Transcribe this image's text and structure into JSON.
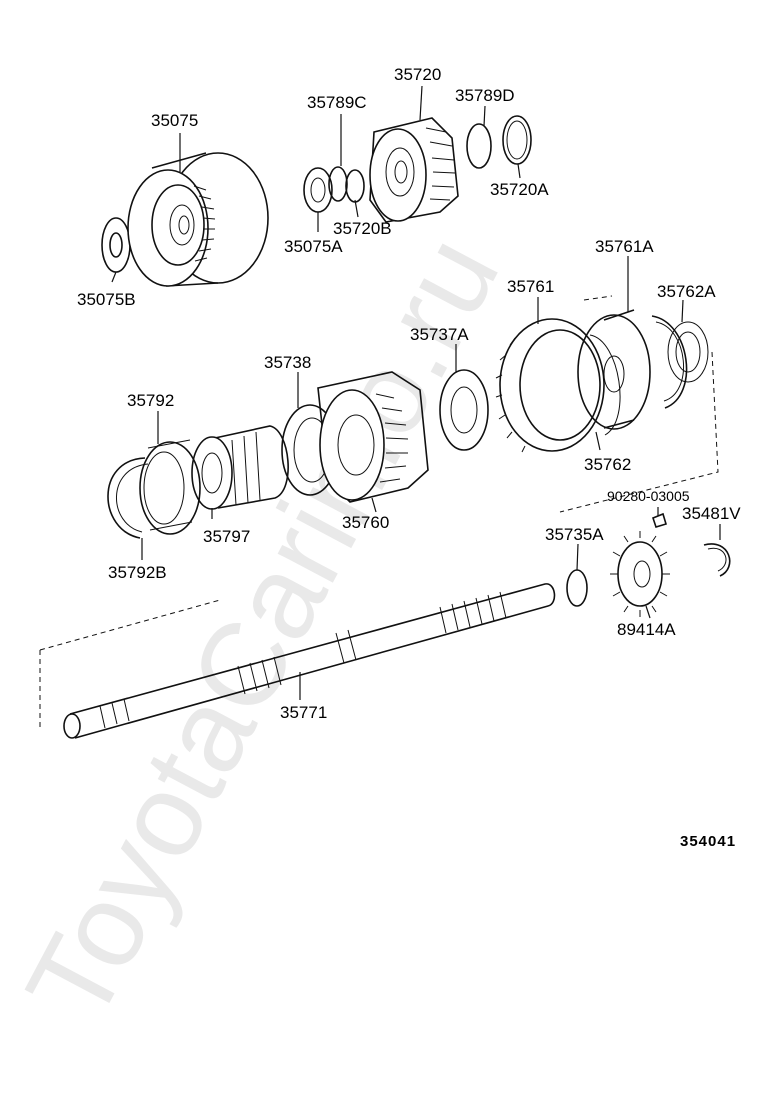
{
  "watermark": "ToyotaCarinfo.ru",
  "diagram_id": "354041",
  "part_labels": {
    "p35075": "35075",
    "p35075B": "35075B",
    "p35789C": "35789C",
    "p35720": "35720",
    "p35789D": "35789D",
    "p35720A": "35720A",
    "p35720B": "35720B",
    "p35075A": "35075A",
    "p35761": "35761",
    "p35761A": "35761A",
    "p35762A": "35762A",
    "p35737A": "35737A",
    "p35738": "35738",
    "p35792": "35792",
    "p35762": "35762",
    "p90280": "90280-03005",
    "p35481V": "35481V",
    "p35760": "35760",
    "p35797": "35797",
    "p35735A": "35735A",
    "p35792B": "35792B",
    "p89414A": "89414A",
    "p35771": "35771"
  }
}
